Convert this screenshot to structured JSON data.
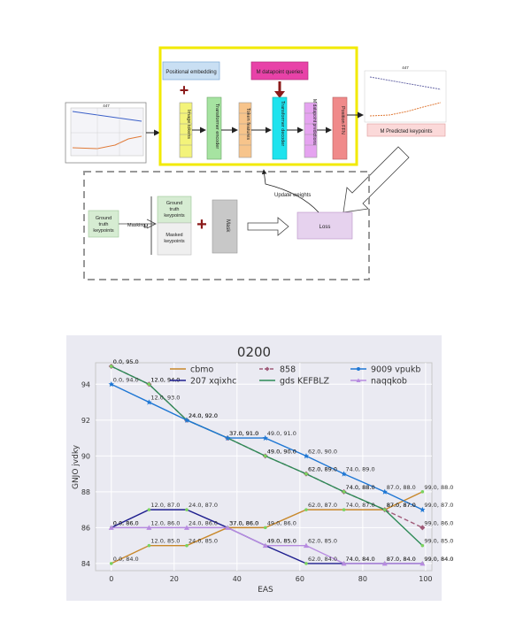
{
  "pipeline": {
    "positional_embedding": "Positional embedding",
    "datapoint_queries": "M datapoint queries",
    "image_tokens": "Image tokens",
    "transformer_encoder": "Transformer encoder",
    "token_features": "Token features",
    "transformer_decoder": "Transformer decoder",
    "datapoint_predictions": "M datapoint predictions",
    "position_ffn": "Position FFN",
    "predicted_keypoints": "M Predicted keypoints",
    "update_weights": "Update weights",
    "gt_keypoints": "Ground truth keypoints",
    "masking": "Masking",
    "gt_keypoints_stack": "Ground truth keypoints",
    "masked_keypoints": "Masked keypoints",
    "m_label": "M",
    "mask": "Mask",
    "loss": "Loss",
    "thumb_left_title": "447",
    "thumb_right_title": "447"
  },
  "chart_data": {
    "type": "line",
    "title": "0200",
    "xlabel": "EAS",
    "ylabel": "GNJO jvdky",
    "xlim": [
      -5,
      102
    ],
    "ylim": [
      83.6,
      95.2
    ],
    "xticks": [
      0,
      20,
      40,
      60,
      80,
      100
    ],
    "yticks": [
      84,
      86,
      88,
      90,
      92,
      94
    ],
    "grid": true,
    "legend_position": "top",
    "series": [
      {
        "name": "cbmo",
        "color": "#c8882b",
        "marker": "none",
        "x": [
          0,
          12,
          24,
          37,
          49,
          62,
          74,
          87,
          99
        ],
        "y": [
          84.0,
          85.0,
          85.0,
          86.0,
          86.0,
          87.0,
          87.0,
          87.0,
          88.0
        ]
      },
      {
        "name": "207 xqixhc",
        "color": "#1f1f8f",
        "marker": "none",
        "x": [
          0,
          12,
          24,
          37,
          49,
          62,
          74,
          87,
          99
        ],
        "y": [
          86.0,
          87.0,
          87.0,
          86.0,
          85.0,
          84.0,
          84.0,
          84.0,
          84.0
        ]
      },
      {
        "name": "858",
        "color": "#a05a78",
        "marker": "diamond",
        "dash": true,
        "x": [
          0,
          12,
          24,
          37,
          49,
          62,
          74,
          87,
          99
        ],
        "y": [
          95.0,
          94.0,
          92.0,
          91.0,
          90.0,
          89.0,
          88.0,
          87.0,
          86.0
        ]
      },
      {
        "name": "gds KEFBLZ",
        "color": "#2e8b57",
        "marker": "none",
        "x": [
          0,
          12,
          24,
          37,
          49,
          62,
          74,
          87,
          99
        ],
        "y": [
          95.0,
          94.0,
          92.0,
          91.0,
          90.0,
          89.0,
          88.0,
          87.0,
          85.0
        ]
      },
      {
        "name": "9009 vpukb",
        "color": "#1f77d4",
        "marker": "star",
        "x": [
          0,
          12,
          24,
          37,
          49,
          62,
          74,
          87,
          99
        ],
        "y": [
          94.0,
          93.0,
          92.0,
          91.0,
          91.0,
          90.0,
          89.0,
          88.0,
          87.0
        ]
      },
      {
        "name": "naqqkob",
        "color": "#b78be0",
        "marker": "triangle",
        "x": [
          0,
          12,
          24,
          37,
          49,
          62,
          74,
          87,
          99
        ],
        "y": [
          86.0,
          86.0,
          86.0,
          86.0,
          85.0,
          85.0,
          84.0,
          84.0,
          84.0
        ]
      }
    ]
  }
}
